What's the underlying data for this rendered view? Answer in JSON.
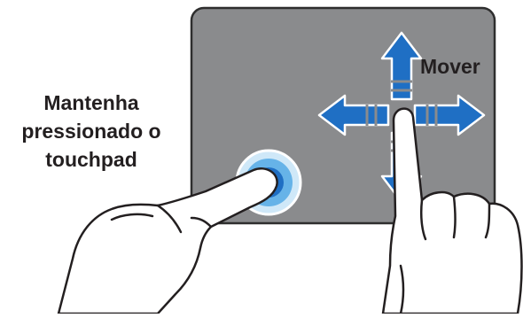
{
  "labels": {
    "hold_line1": "Mantenha",
    "hold_line2": "pressionado o",
    "hold_line3": "touchpad",
    "move": "Mover"
  },
  "colors": {
    "touchpad": "#8a8b8d",
    "touchpad_border": "#2e2e2e",
    "arrow": "#1f6fc4",
    "touch_ring": "#66b3e8",
    "touch_ring_light": "#cfe8f8",
    "ink": "#231f20"
  },
  "icons": {
    "touch_point": "press-ripple-icon",
    "arrows": "four-way-move-arrow-icon",
    "left_hand": "pointing-hand-icon",
    "right_hand": "pointing-hand-icon"
  }
}
